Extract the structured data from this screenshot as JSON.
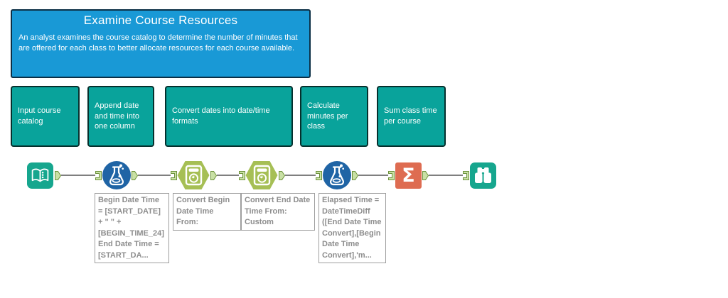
{
  "workflow": {
    "header_comment": {
      "title": "Examine Course Resources",
      "body": "An analyst examines the course catalog to determine the number of minutes that are offered for each class to better allocate resources for each course available."
    },
    "step_comments": [
      {
        "label": "Input course catalog"
      },
      {
        "label": "Append date and time into one column"
      },
      {
        "label": "Convert dates into date/time formats"
      },
      {
        "label": "Calculate minutes per class"
      },
      {
        "label": "Sum class time per course"
      }
    ],
    "tools": [
      {
        "icon": "open-book-icon"
      },
      {
        "icon": "flask-icon"
      },
      {
        "icon": "datetime-clock-icon"
      },
      {
        "icon": "datetime-clock-icon"
      },
      {
        "icon": "flask-icon"
      },
      {
        "icon": "sigma-icon",
        "glyph": "Σ"
      },
      {
        "icon": "binoculars-icon"
      }
    ],
    "annotations": [
      {
        "text": "Begin Date Time\n= [START_DATE]\n+ \" \" +\n[BEGIN_TIME_24]\nEnd Date Time =\n[START_DA..."
      },
      {
        "text": "Convert Begin\nDate Time From:\nCustom"
      },
      {
        "text": "Convert End Date\nTime From:\nCustom"
      },
      {
        "text": "Elapsed Time =\nDateTimeDiff\n([End Date Time\nConvert],[Begin\nDate Time\nConvert],'m..."
      }
    ],
    "colors": {
      "comment_blue": "#1999d6",
      "comment_teal": "#09a39b",
      "tool_teal": "#16a68e",
      "formula_blue": "#1f64a5",
      "datetime_green": "#a6bf55",
      "summarize_orange": "#de6c51",
      "anchor_fill": "#c9e0a5",
      "anchor_border": "#6d933b",
      "wire_gray": "#7f7f7f"
    }
  }
}
